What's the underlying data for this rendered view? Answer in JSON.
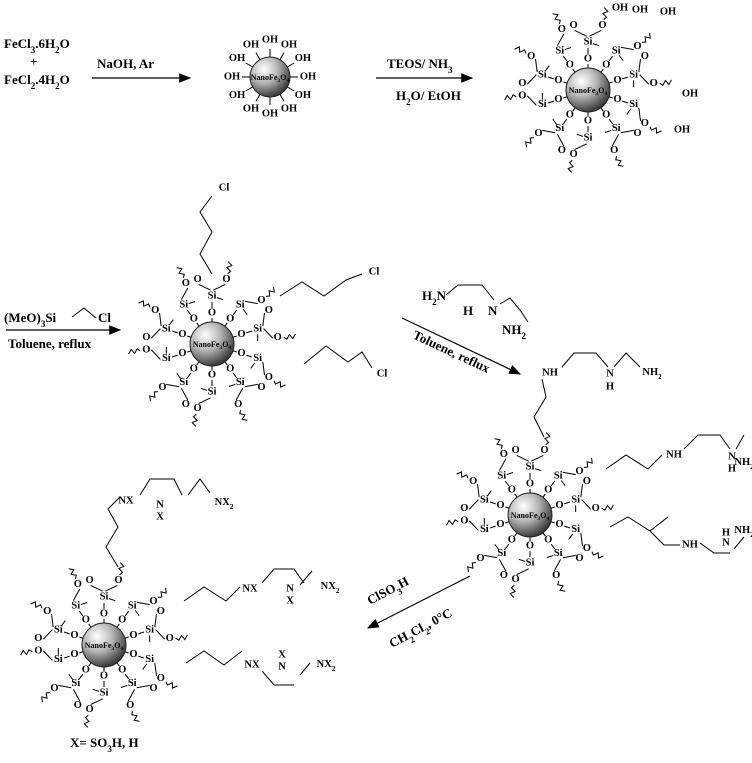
{
  "step1": {
    "reagent_top": "FeCl3.6H2O",
    "plus": "+",
    "reagent_bottom": "FeCl2.4H2O",
    "arrow_label": "NaOH, Ar"
  },
  "step2": {
    "arrow_label_top": "TEOS/ NH3",
    "arrow_label_bottom": "H2O/ EtOH"
  },
  "step3": {
    "reagent": "(MeO)3Si",
    "reagent_tail": "Cl",
    "condition": "Toluene, reflux"
  },
  "step4": {
    "condition": "Toluene, reflux",
    "amine_labels": [
      "H2N",
      "N",
      "H",
      "NH2"
    ]
  },
  "step5": {
    "arrow_label_top": "ClSO3H",
    "arrow_label_bottom": "CH2Cl2, 0°C"
  },
  "core_label": "NanoFe3O4",
  "atoms": {
    "hydroxyl": "OH",
    "silicon": "Si",
    "oxygen": "O",
    "chlorine": "Cl",
    "nh": "NH",
    "nh2": "NH2",
    "nx": "NX",
    "x": "X",
    "nx2": "NX2",
    "n": "N",
    "h": "H"
  },
  "footnote": "X= SO3H, H",
  "colors": {
    "sphere_light": "#ffffff",
    "sphere_dark": "#3a3a3a",
    "ink": "#000000"
  }
}
